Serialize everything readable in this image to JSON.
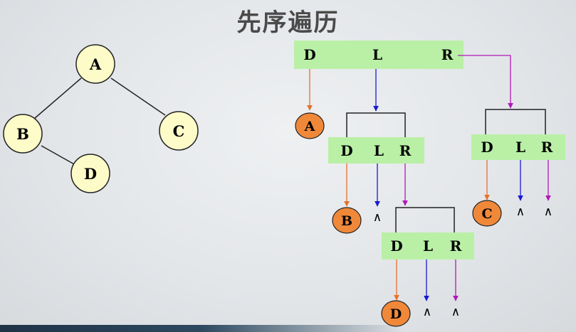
{
  "title": "先序遍历",
  "tree": {
    "nodes": [
      {
        "id": "A",
        "label": "A"
      },
      {
        "id": "B",
        "label": "B"
      },
      {
        "id": "C",
        "label": "C"
      },
      {
        "id": "D",
        "label": "D"
      }
    ],
    "edges": [
      [
        "A",
        "B"
      ],
      [
        "A",
        "C"
      ],
      [
        "B",
        "D"
      ]
    ]
  },
  "traversal": {
    "dlr_labels": [
      "D",
      "L",
      "R"
    ],
    "visited": [
      "A",
      "B",
      "C",
      "D"
    ],
    "null_marker": "∧"
  },
  "colors": {
    "node_fill": "#fdfbc8",
    "visit_fill": "#f0883a",
    "bar_fill": "#b9f0a6",
    "arrow_d": "#e8702c",
    "arrow_l": "#1a1ad0",
    "arrow_r": "#b018b8"
  }
}
